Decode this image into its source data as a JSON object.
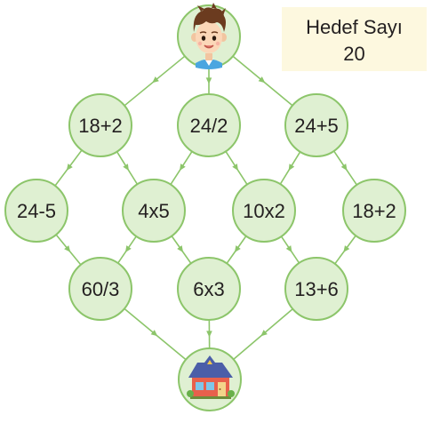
{
  "target": {
    "label": "Hedef Sayı",
    "value": "20"
  },
  "icons": {
    "start": "boy-face-icon",
    "end": "house-icon"
  },
  "colors": {
    "node_fill": "#dff0d2",
    "node_stroke": "#8cc56a",
    "edge": "#8cc56a",
    "target_bg": "#fdf8df"
  },
  "rows": [
    [
      "18+2",
      "24/2",
      "24+5"
    ],
    [
      "24-5",
      "4x5",
      "10x2",
      "18+2"
    ],
    [
      "60/3",
      "6x3",
      "13+6"
    ]
  ]
}
